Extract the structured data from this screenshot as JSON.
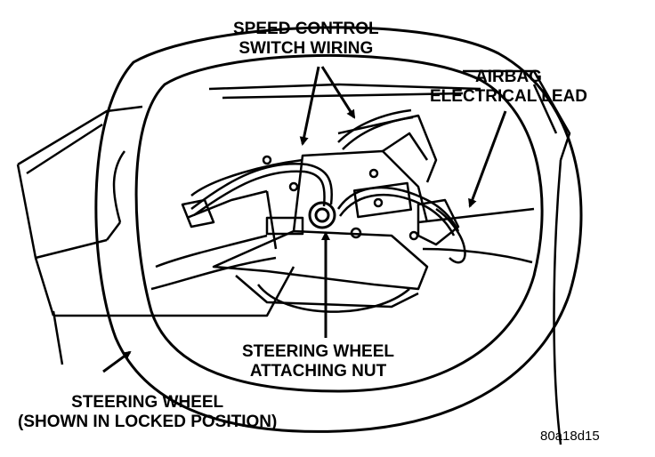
{
  "labels": {
    "speed_control": [
      "SPEED CONTROL",
      "SWITCH WIRING"
    ],
    "airbag": [
      "AIRBAG",
      "ELECTRICAL LEAD"
    ],
    "attaching_nut": [
      "STEERING WHEEL",
      "ATTACHING NUT"
    ],
    "steering_wheel": [
      "STEERING WHEEL",
      "(SHOWN IN LOCKED POSITION)"
    ]
  },
  "figure_id": "80a18d15"
}
